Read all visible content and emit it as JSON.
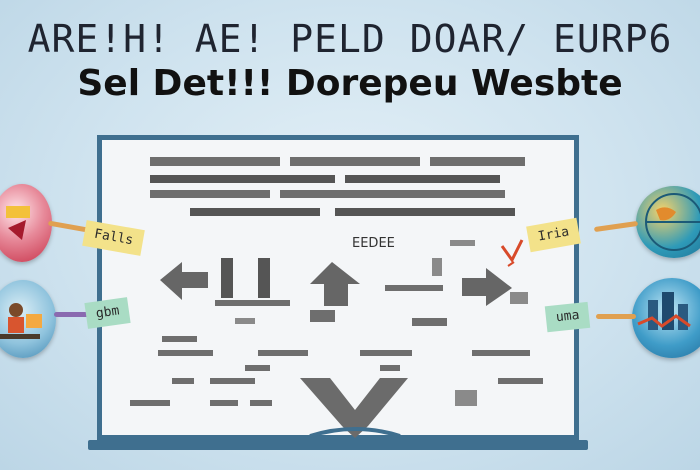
{
  "title_line1": "ARE!H! AE! PELD DOAR/ EURP6",
  "title_line2": "Sel Det!!! Dorepeu Wesbte",
  "board": {
    "label": "EEDEE"
  },
  "ribbons": {
    "left_top": "Falls",
    "left_bottom": "gbm",
    "right_top": "Iria",
    "right_bottom": "uma"
  },
  "colors": {
    "background": "#cfe3ef",
    "board_frame": "#3f6f8f",
    "block_gray": "#6e6e6e",
    "ribbon_yellow": "#f3e28a",
    "ribbon_green": "#a9dcc4",
    "globe_red": "#c8334a",
    "globe_blue": "#2a7fb5",
    "globe_teal": "#2e9ab8"
  },
  "icons": {
    "left_top": "flag-globe-icon",
    "left_bottom": "person-desk-icon",
    "right_top": "globe-icon",
    "right_bottom": "city-globe-icon"
  }
}
